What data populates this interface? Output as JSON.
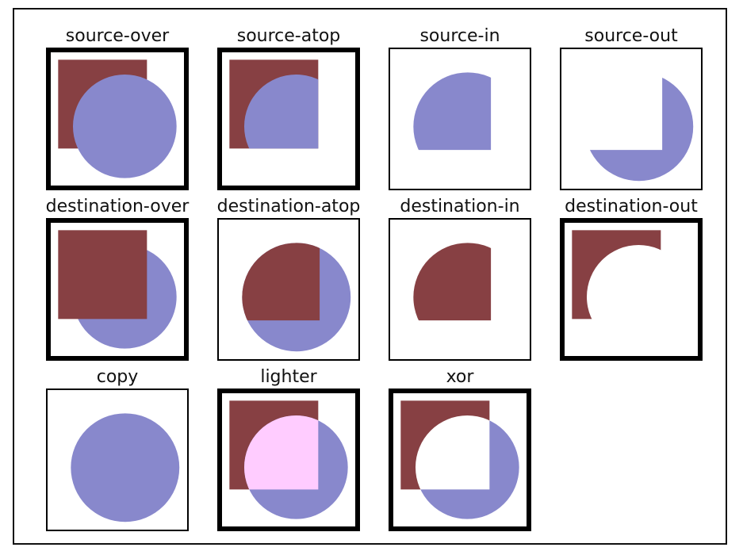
{
  "colors": {
    "destination": "#874043",
    "source": "#8888cc",
    "lighter_overlap": "#ffccff",
    "background": "#ffffff",
    "border": "#000000"
  },
  "modes": [
    {
      "label": "source-over",
      "thick_border": true
    },
    {
      "label": "source-atop",
      "thick_border": true
    },
    {
      "label": "source-in",
      "thick_border": false
    },
    {
      "label": "source-out",
      "thick_border": false
    },
    {
      "label": "destination-over",
      "thick_border": true
    },
    {
      "label": "destination-atop",
      "thick_border": false
    },
    {
      "label": "destination-in",
      "thick_border": false
    },
    {
      "label": "destination-out",
      "thick_border": true
    },
    {
      "label": "copy",
      "thick_border": false
    },
    {
      "label": "lighter",
      "thick_border": true
    },
    {
      "label": "xor",
      "thick_border": true
    }
  ]
}
